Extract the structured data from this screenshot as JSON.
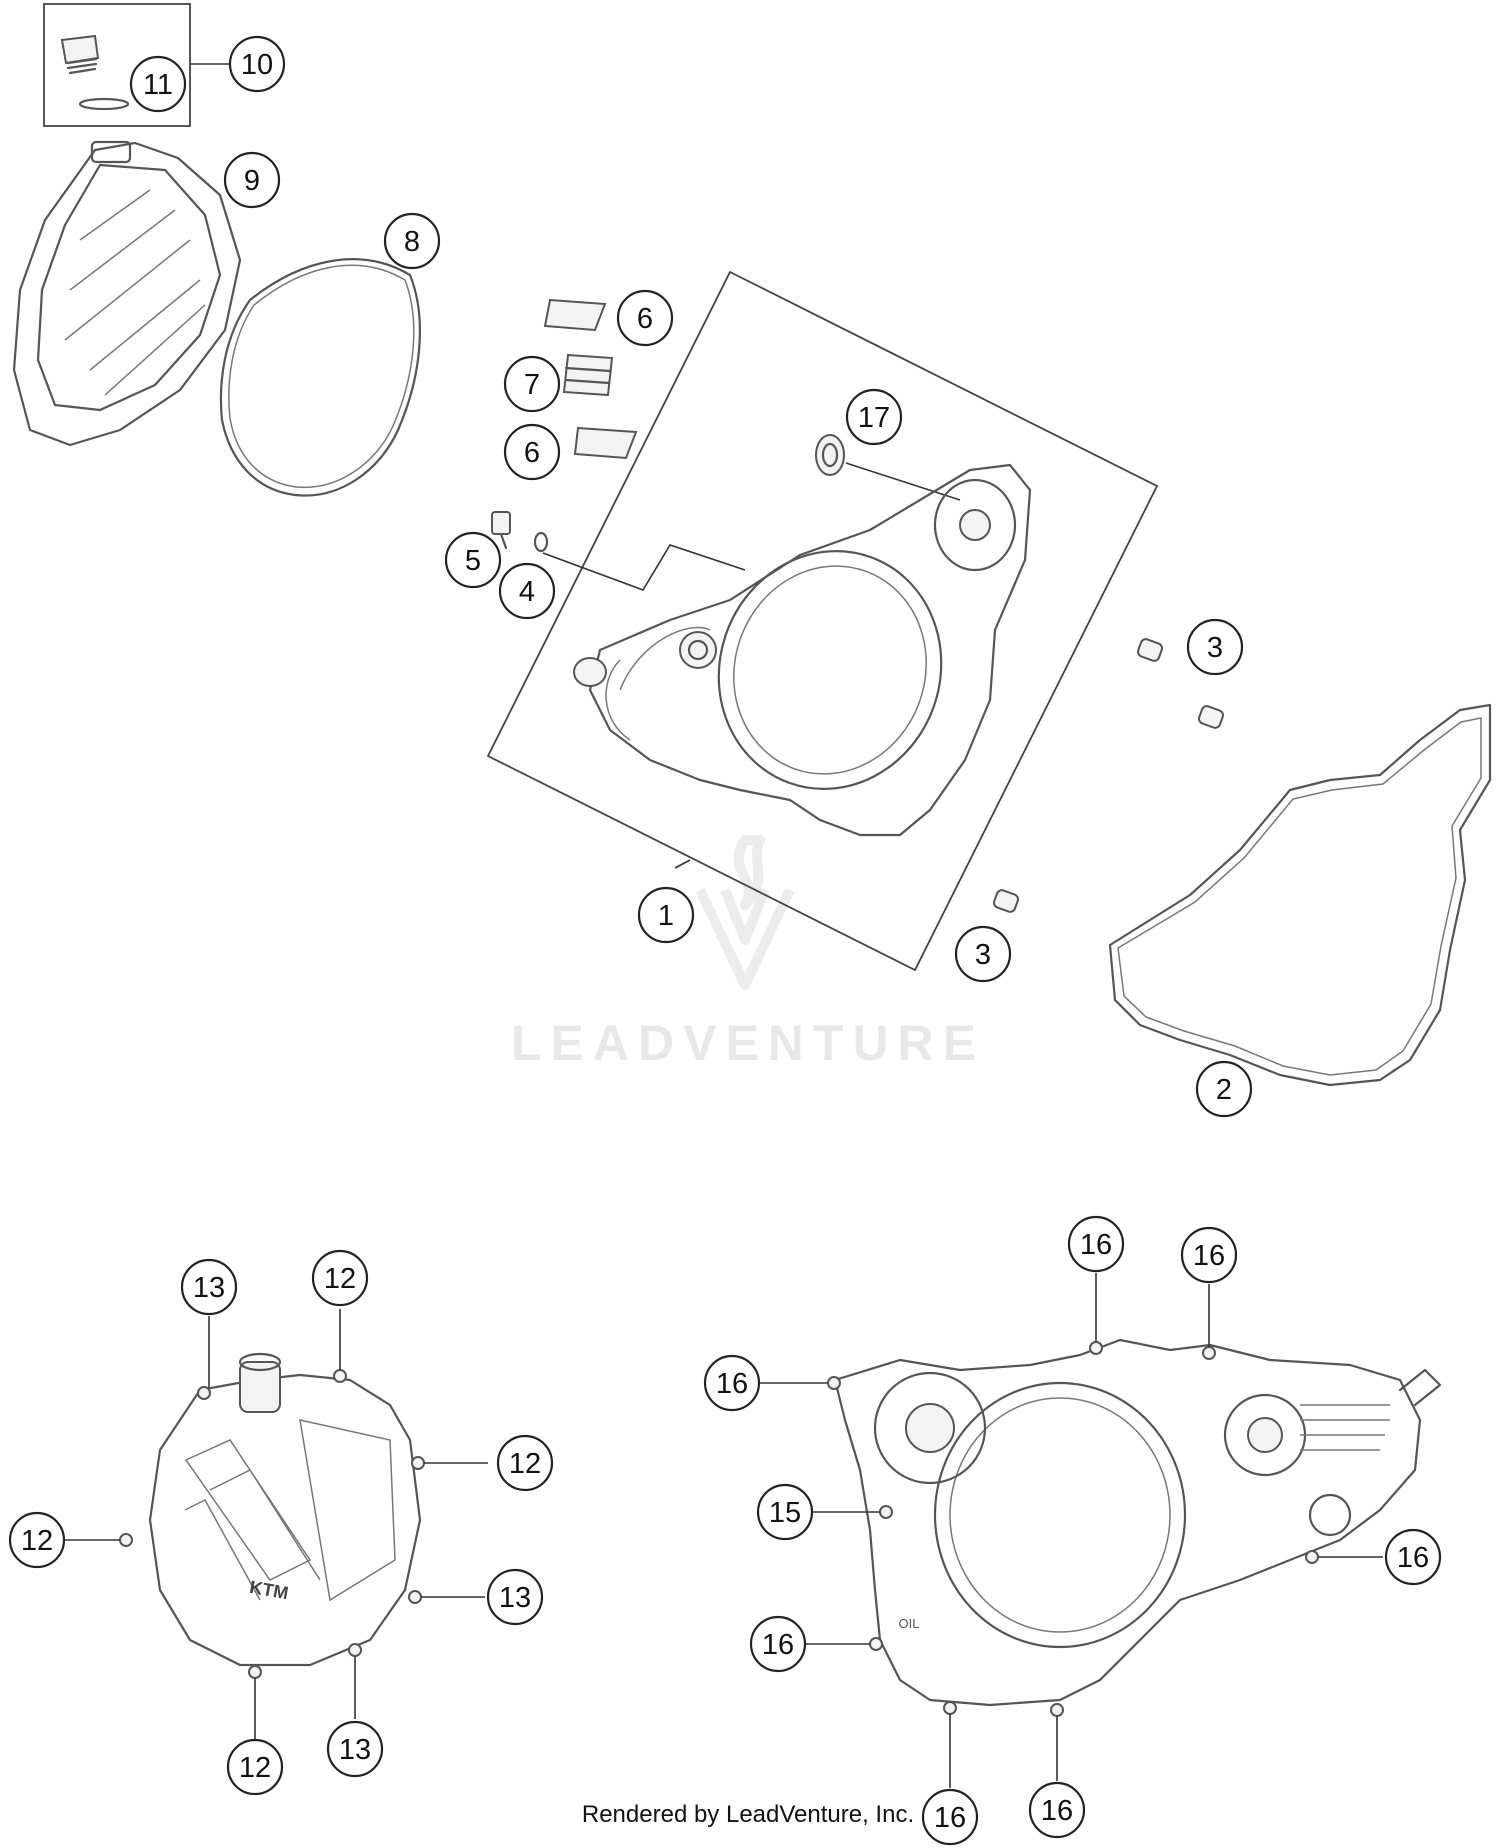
{
  "watermark": {
    "text": "LEADVENTURE"
  },
  "credit": {
    "text": "Rendered by LeadVenture, Inc."
  },
  "callouts": [
    {
      "id": "c10",
      "label": "10"
    },
    {
      "id": "c11",
      "label": "11"
    },
    {
      "id": "c9",
      "label": "9"
    },
    {
      "id": "c8",
      "label": "8"
    },
    {
      "id": "c6a",
      "label": "6"
    },
    {
      "id": "c7",
      "label": "7"
    },
    {
      "id": "c6b",
      "label": "6"
    },
    {
      "id": "c17",
      "label": "17"
    },
    {
      "id": "c5",
      "label": "5"
    },
    {
      "id": "c4",
      "label": "4"
    },
    {
      "id": "c3a",
      "label": "3"
    },
    {
      "id": "c3b",
      "label": "3"
    },
    {
      "id": "c1",
      "label": "1"
    },
    {
      "id": "c2",
      "label": "2"
    },
    {
      "id": "c13a",
      "label": "13"
    },
    {
      "id": "c12a",
      "label": "12"
    },
    {
      "id": "c12b",
      "label": "12"
    },
    {
      "id": "c12c",
      "label": "12"
    },
    {
      "id": "c13b",
      "label": "13"
    },
    {
      "id": "c12d",
      "label": "12"
    },
    {
      "id": "c13c",
      "label": "13"
    },
    {
      "id": "c16a",
      "label": "16"
    },
    {
      "id": "c16b",
      "label": "16"
    },
    {
      "id": "c16c",
      "label": "16"
    },
    {
      "id": "c15",
      "label": "15"
    },
    {
      "id": "c16d",
      "label": "16"
    },
    {
      "id": "c16e",
      "label": "16"
    },
    {
      "id": "c16f",
      "label": "16"
    },
    {
      "id": "c16g",
      "label": "16"
    }
  ],
  "cover_logo": {
    "text": "KTM"
  },
  "cover_marking": {
    "text": "OIL"
  }
}
